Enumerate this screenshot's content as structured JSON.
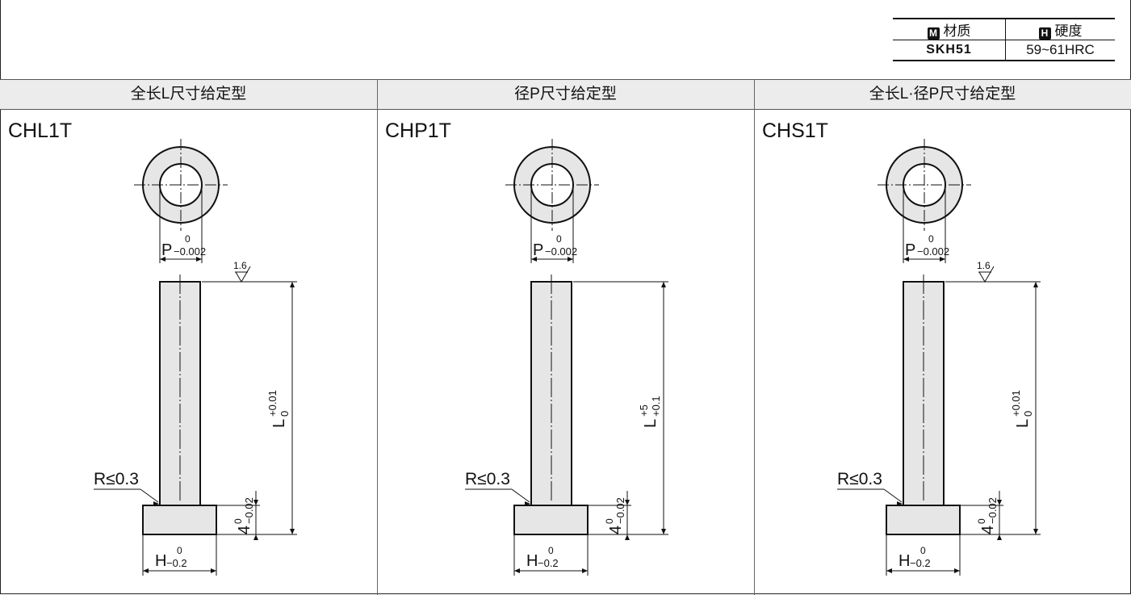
{
  "material_table": {
    "headers": [
      {
        "badge": "M",
        "label": "材质"
      },
      {
        "badge": "H",
        "label": "硬度"
      }
    ],
    "material": "SKH51",
    "hardness": "59~61HRC"
  },
  "columns": [
    {
      "header": "全长L尺寸给定型",
      "model": "CHL1T",
      "roughness": "1.6",
      "l_tol_upper": "+0.01",
      "l_tol_lower": "0"
    },
    {
      "header": "径P尺寸给定型",
      "model": "CHP1T",
      "roughness": "",
      "l_tol_upper": "+5",
      "l_tol_lower": "+0.1"
    },
    {
      "header": "全长L·径P尺寸给定型",
      "model": "CHS1T",
      "roughness": "1.6",
      "l_tol_upper": "+0.01",
      "l_tol_lower": "0"
    }
  ],
  "dims": {
    "p_label": "P",
    "p_upper": "0",
    "p_lower": "−0.002",
    "l_label": "L",
    "h_label": "H",
    "h_upper": "0",
    "h_lower": "−0.2",
    "head_label": "4",
    "head_upper": "0",
    "head_lower": "−0.02",
    "radius_label": "R≤0.3"
  }
}
